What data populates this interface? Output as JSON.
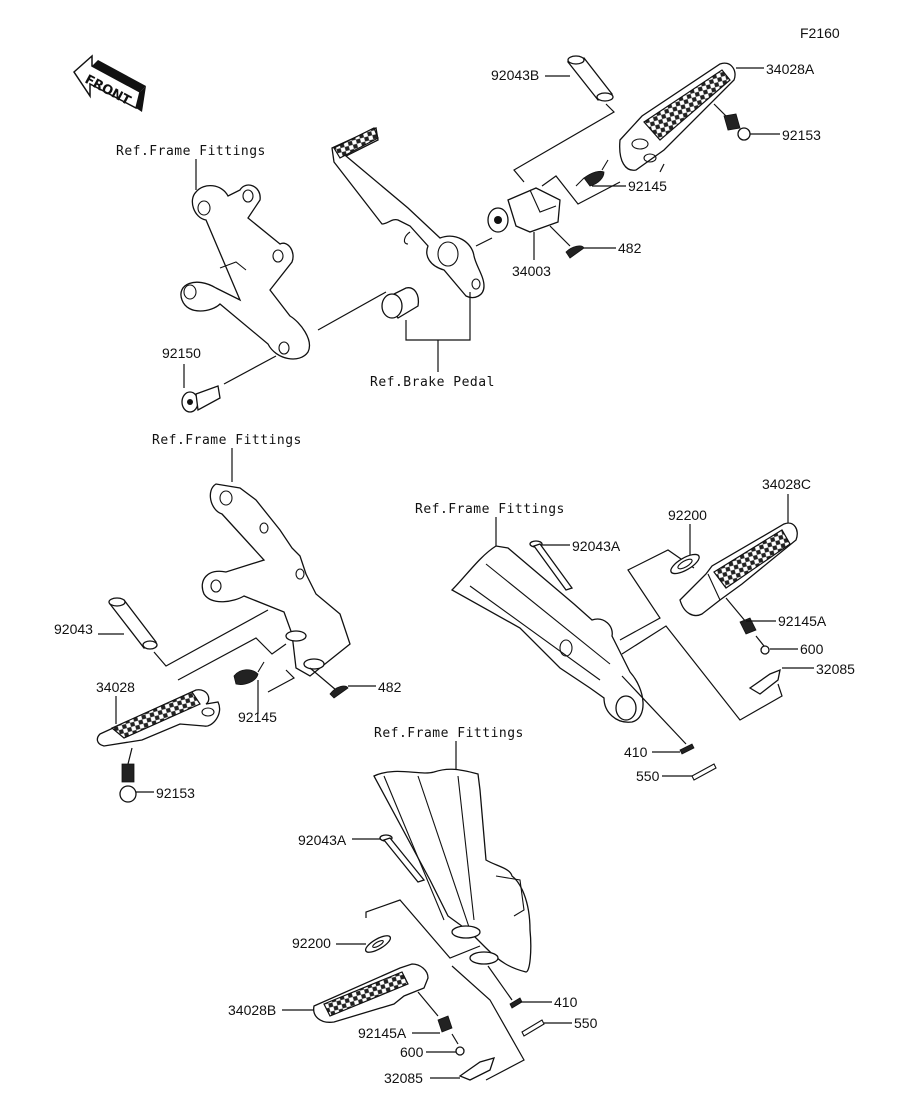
{
  "diagram": {
    "figure_id": "F2160",
    "direction_indicator": "FRONT",
    "references": {
      "frame_fittings_1": "Ref.Frame Fittings",
      "frame_fittings_2": "Ref.Frame Fittings",
      "frame_fittings_3": "Ref.Frame Fittings",
      "frame_fittings_4": "Ref.Frame Fittings",
      "brake_pedal": "Ref.Brake Pedal"
    },
    "groups": {
      "front_right": {
        "parts": {
          "p92043B": "92043B",
          "p34028A": "34028A",
          "p92153": "92153",
          "p92145": "92145",
          "p34003": "34003",
          "p482": "482",
          "p92150": "92150"
        }
      },
      "front_left": {
        "parts": {
          "p92043": "92043",
          "p34028": "34028",
          "p92145": "92145",
          "p482": "482",
          "p92153": "92153"
        }
      },
      "rear_right": {
        "parts": {
          "p92043A": "92043A",
          "p92200": "92200",
          "p34028C": "34028C",
          "p92145A": "92145A",
          "p600": "600",
          "p32085": "32085",
          "p410": "410",
          "p550": "550"
        }
      },
      "rear_left": {
        "parts": {
          "p92043A": "92043A",
          "p92200": "92200",
          "p34028B": "34028B",
          "p92145A": "92145A",
          "p600": "600",
          "p32085": "32085",
          "p410": "410",
          "p550": "550"
        }
      }
    }
  }
}
